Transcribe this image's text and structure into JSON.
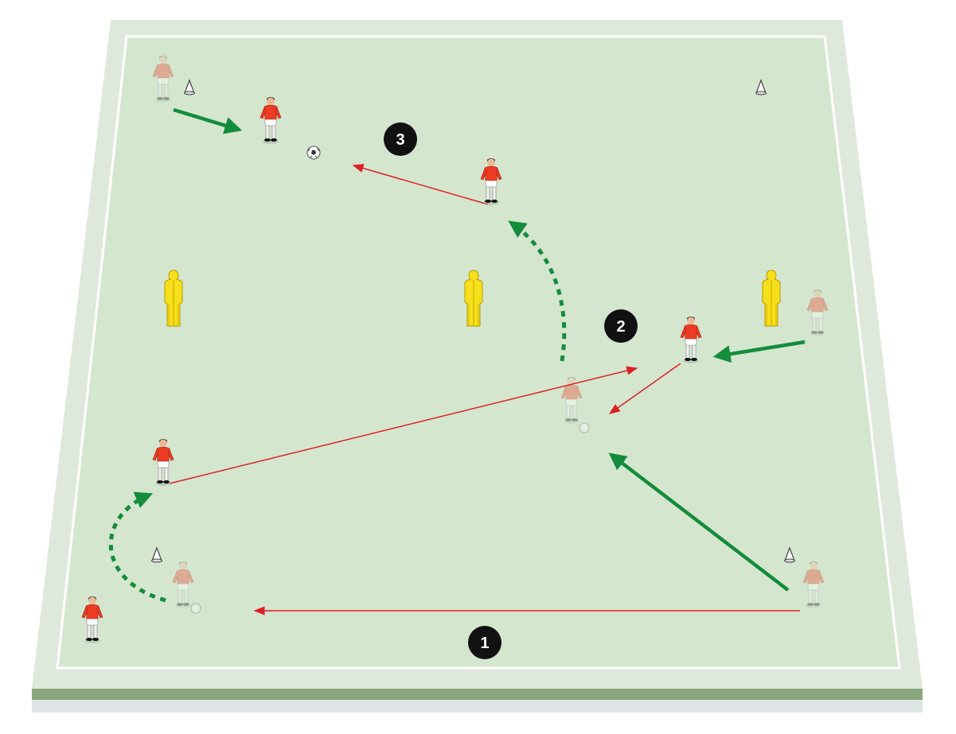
{
  "diagram": {
    "colors": {
      "pitch_outer": "#dfe9db",
      "pitch_inner": "#d5e6cf",
      "line": "#ffffff",
      "base_dark": "#8aa67f",
      "base_light": "#dde5e4",
      "pass_arrow": "#dd1f26",
      "run_arrow": "#138c3c",
      "player_shirt": "#ee3b24",
      "mannequin": "#f6df1b",
      "step_circle": "#111111"
    },
    "steps": [
      {
        "id": "step-1",
        "label": "1"
      },
      {
        "id": "step-2",
        "label": "2"
      },
      {
        "id": "step-3",
        "label": "3"
      }
    ],
    "icons": {
      "player": "player-icon",
      "ghost_player": "ghost-player-icon",
      "cone": "cone-icon",
      "mannequin": "mannequin-icon",
      "ball": "ball-icon"
    }
  }
}
